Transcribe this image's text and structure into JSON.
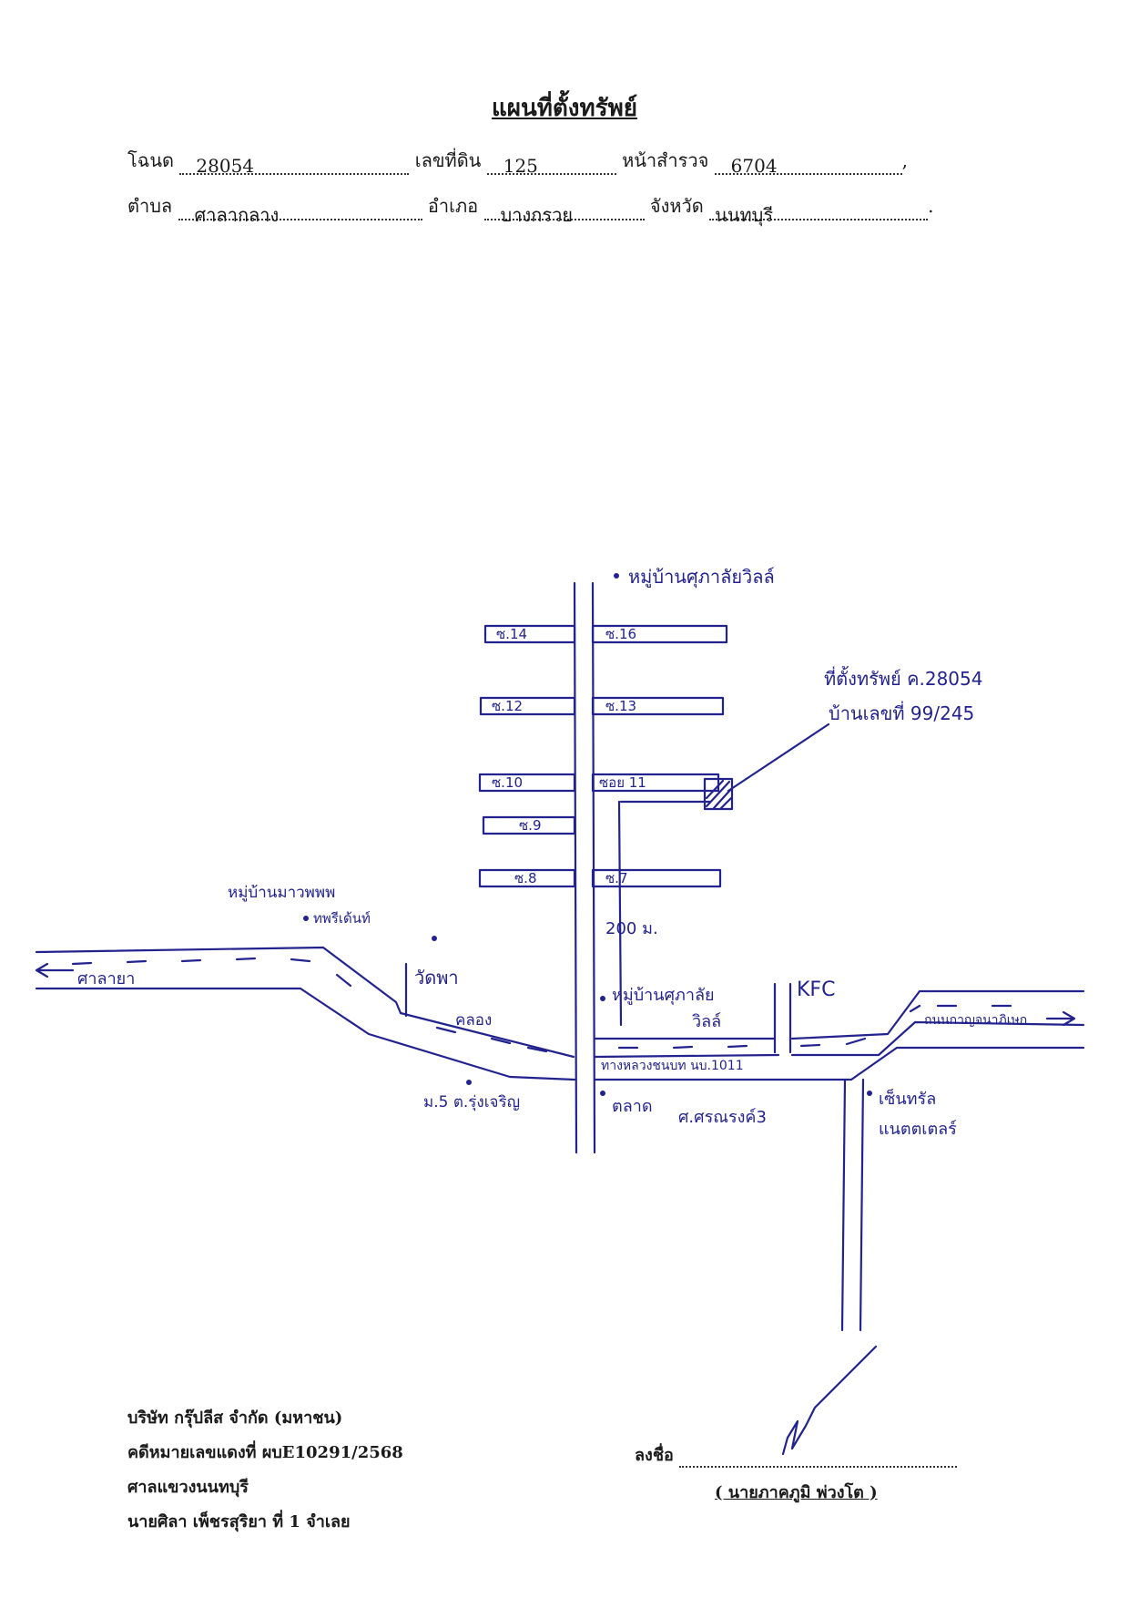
{
  "document": {
    "title": "แผนที่ตั้งทรัพย์"
  },
  "fields": {
    "deed_label": "โฉนด",
    "deed_value": "28054",
    "land_no_label": "เลขที่ดิน",
    "land_no_value": "125",
    "survey_page_label": "หน้าสำรวจ",
    "survey_page_value": "6704",
    "tambon_label": "ตำบล",
    "tambon_value": "ศาลากลาง",
    "amphoe_label": "อำเภอ",
    "amphoe_value": "บางกรวย",
    "province_label": "จังหวัด",
    "province_value": "นนทบุรี"
  },
  "map": {
    "village_top": "หมู่บ้านศุภาลัยวิลล์",
    "lanes_left": [
      "ซ.14",
      "ซ.12",
      "ซ.10",
      "ซ.9",
      "ซ.8"
    ],
    "lanes_right": [
      "ซ.16",
      "ซ.13",
      "ซอย 11",
      "ซ.7"
    ],
    "property_note_line1": "ที่ตั้งทรัพย์ ค.28054",
    "property_note_line2": "บ้านเลขที่ 99/245",
    "village_left_line1": "หมู่บ้านมาวพพพ",
    "village_left_line2": "ทพรีเด้นท์",
    "distance": "200 ม.",
    "temple": "วัดพา",
    "canal": "คลอง",
    "to_left": "ศาลายา",
    "village_mid_line1": "หมู่บ้านศุภาลัย",
    "village_mid_line2": "วิลล์",
    "kfc": "KFC",
    "to_right": "ถนนกาญจนาภิเษก",
    "road_name": "ทางหลวงชนบท นบ.1011",
    "moo5": "ม.5 ต.รุ่งเจริญ",
    "market": "ตลาด",
    "school": "ศ.ศรณรงค์3",
    "central_line1": "เซ็นทรัล",
    "central_line2": "แนตตเตลร์"
  },
  "footer": {
    "company": "บริษัท กรุ๊ปลีส จำกัด (มหาชน)",
    "case_no": "คดีหมายเลขแดงที่ ผบE10291/2568",
    "court": "ศาลแขวงนนทบุรี",
    "defendant": "นายศิลา  เพ็ชรสุริยา ที่ 1 จำเลย",
    "sign_label": "ลงชื่อ",
    "signer": "( นายภาคภูมิ พ่วงโต )"
  },
  "colors": {
    "ink": "#1a1a1a",
    "pen": "#23238f"
  }
}
